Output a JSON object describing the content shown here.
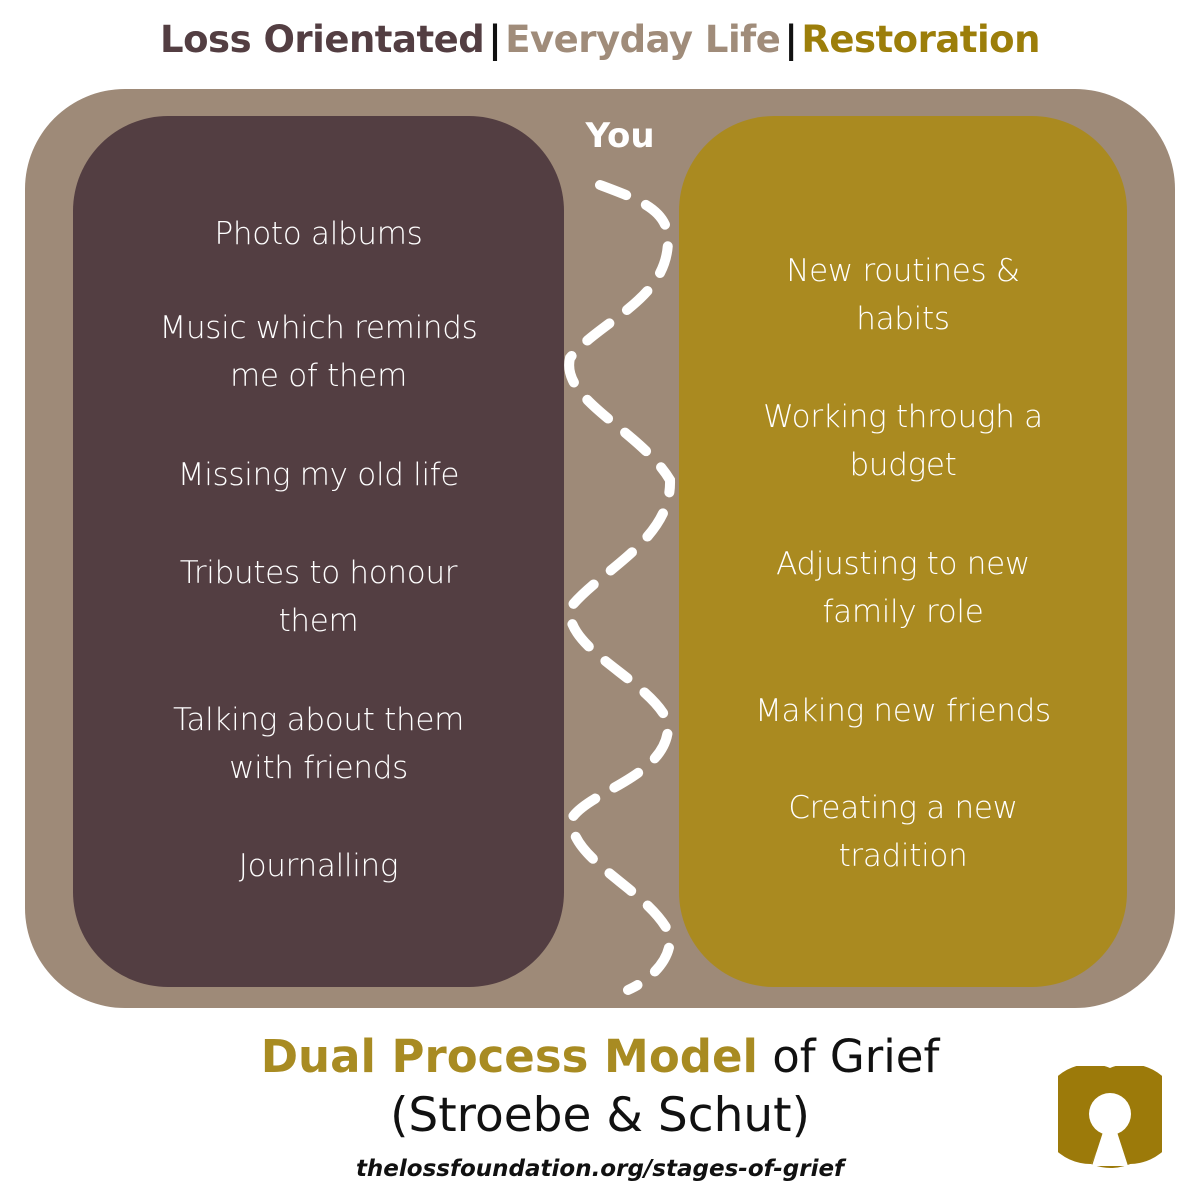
{
  "header": {
    "loss": "Loss Orientated",
    "sep1": "|",
    "everyday": "Everyday Life",
    "sep2": "|",
    "restoration": "Restoration",
    "colors": {
      "loss": "#533E42",
      "everyday": "#A08C7A",
      "restoration": "#9C7E0A"
    }
  },
  "center": {
    "label": "You",
    "path": "dashed-wave"
  },
  "loss_panel": {
    "color": "#533E42",
    "items": [
      "Photo albums",
      "Music which reminds\nme of them",
      "Missing my old life",
      "Tributes to honour\nthem",
      "Talking about them\nwith friends",
      "Journalling"
    ]
  },
  "restoration_panel": {
    "color": "#AA8A20",
    "items": [
      "New routines &\nhabits",
      "Working through a\nbudget",
      "Adjusting to new\nfamily role",
      "Making new friends",
      "Creating a new\ntradition"
    ]
  },
  "footer": {
    "title_accent": "Dual Process Model",
    "title_rest": " of Grief",
    "subtitle": "(Stroebe & Schut)",
    "url": "thelossfoundation.org/stages-of-grief",
    "logo": "loss-foundation-ring-logo",
    "accent_color": "#A88B22"
  },
  "background_color": "#9E8A78"
}
